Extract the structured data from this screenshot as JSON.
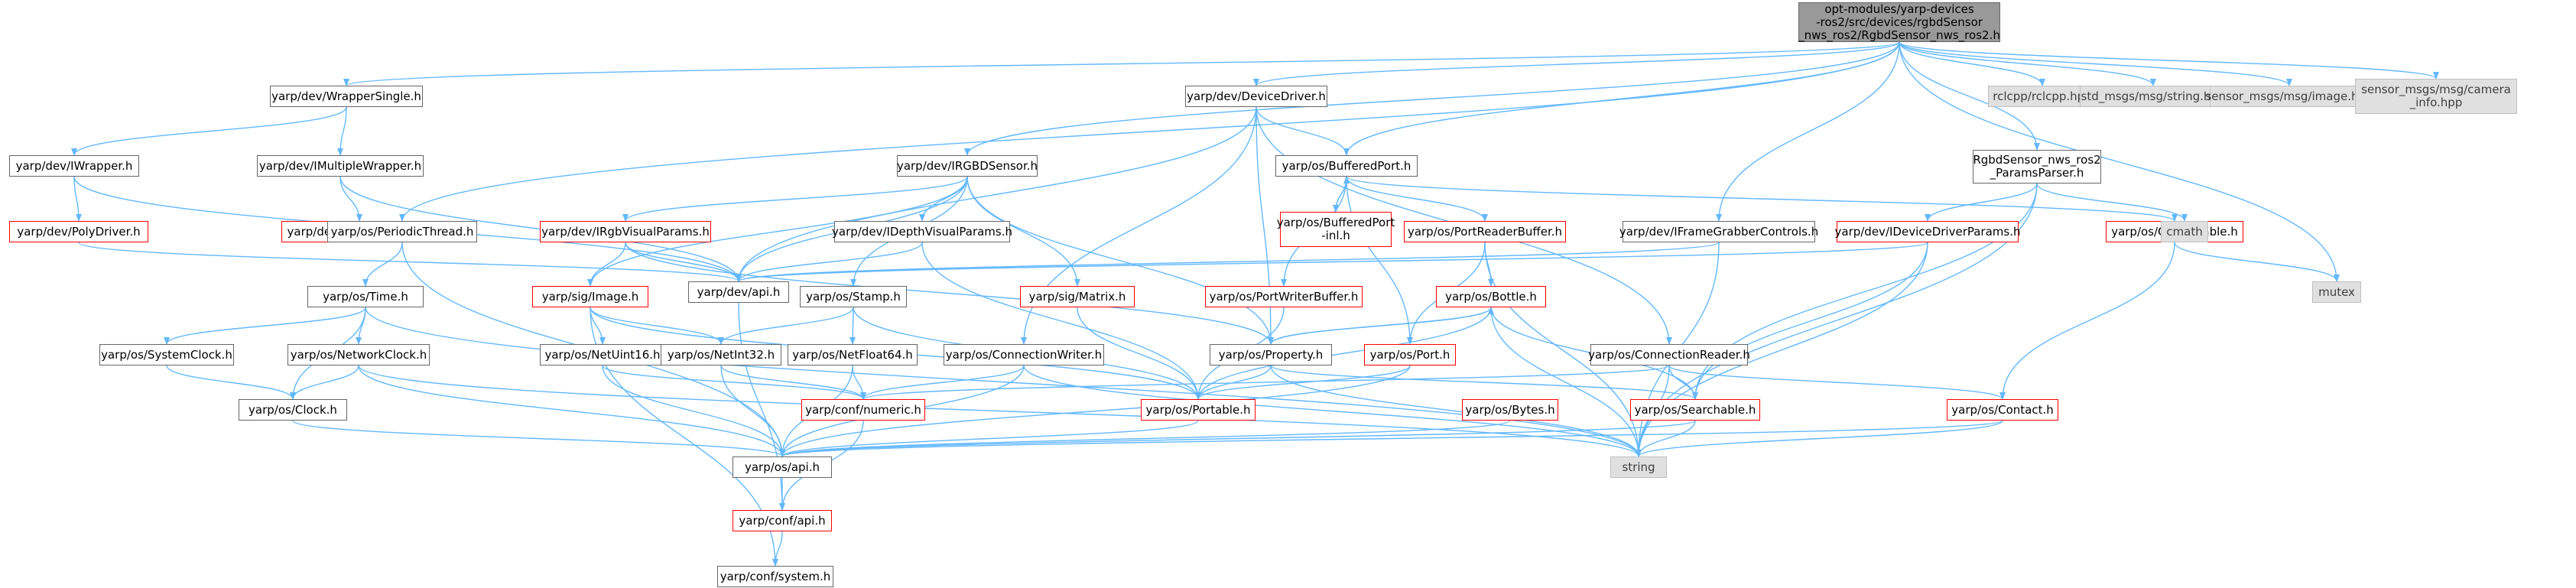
{
  "colors": {
    "edge": "#63b8ff",
    "node_border": "#666666",
    "incomplete_border": "#ff0000",
    "external_fill": "#e0e0e0",
    "root_fill": "#999999"
  },
  "nodes": [
    {
      "id": "root",
      "label": "opt-modules/yarp-devices\n-ros2/src/devices/rgbdSensor\n_nws_ros2/RgbdSensor_nws_ros2.h",
      "kind": "root"
    },
    {
      "id": "rclcpp",
      "label": "rclcpp/rclcpp.hpp",
      "kind": "external"
    },
    {
      "id": "std_string",
      "label": "std_msgs/msg/string.hpp",
      "kind": "external"
    },
    {
      "id": "sensor_image",
      "label": "sensor_msgs/msg/image.hpp",
      "kind": "external"
    },
    {
      "id": "sensor_camera",
      "label": "sensor_msgs/msg/camera\n_info.hpp",
      "kind": "external"
    },
    {
      "id": "wrapper_single",
      "label": "yarp/dev/WrapperSingle.h",
      "kind": "normal"
    },
    {
      "id": "device_driver",
      "label": "yarp/dev/DeviceDriver.h",
      "kind": "normal"
    },
    {
      "id": "iwrapper",
      "label": "yarp/dev/IWrapper.h",
      "kind": "normal"
    },
    {
      "id": "imultiple",
      "label": "yarp/dev/IMultipleWrapper.h",
      "kind": "normal"
    },
    {
      "id": "irgbd",
      "label": "yarp/dev/IRGBDSensor.h",
      "kind": "normal"
    },
    {
      "id": "buffered_port",
      "label": "yarp/os/BufferedPort.h",
      "kind": "normal"
    },
    {
      "id": "params_parser",
      "label": "RgbdSensor_nws_ros2\n_ParamsParser.h",
      "kind": "normal"
    },
    {
      "id": "poly_driver",
      "label": "yarp/dev/PolyDriver.h",
      "kind": "incomplete"
    },
    {
      "id": "poly_list",
      "label": "yarp/dev/PolyDriverList.h",
      "kind": "incomplete"
    },
    {
      "id": "periodic",
      "label": "yarp/os/PeriodicThread.h",
      "kind": "normal"
    },
    {
      "id": "irgb_visual",
      "label": "yarp/dev/IRgbVisualParams.h",
      "kind": "incomplete"
    },
    {
      "id": "idepth_visual",
      "label": "yarp/dev/IDepthVisualParams.h",
      "kind": "normal"
    },
    {
      "id": "buffered_inl",
      "label": "yarp/os/BufferedPort\n-inl.h",
      "kind": "incomplete"
    },
    {
      "id": "port_reader_buffer",
      "label": "yarp/os/PortReaderBuffer.h",
      "kind": "incomplete"
    },
    {
      "id": "iframe_grabber",
      "label": "yarp/dev/IFrameGrabberControls.h",
      "kind": "normal"
    },
    {
      "id": "idevice_params",
      "label": "yarp/dev/IDeviceDriverParams.h",
      "kind": "incomplete"
    },
    {
      "id": "contactable",
      "label": "yarp/os/Contactable.h",
      "kind": "incomplete"
    },
    {
      "id": "cmath",
      "label": "cmath",
      "kind": "external"
    },
    {
      "id": "mutex",
      "label": "mutex",
      "kind": "external"
    },
    {
      "id": "time",
      "label": "yarp/os/Time.h",
      "kind": "normal"
    },
    {
      "id": "sig_image",
      "label": "yarp/sig/Image.h",
      "kind": "incomplete"
    },
    {
      "id": "dev_api",
      "label": "yarp/dev/api.h",
      "kind": "normal"
    },
    {
      "id": "stamp",
      "label": "yarp/os/Stamp.h",
      "kind": "normal"
    },
    {
      "id": "sig_matrix",
      "label": "yarp/sig/Matrix.h",
      "kind": "incomplete"
    },
    {
      "id": "port_writer_buffer",
      "label": "yarp/os/PortWriterBuffer.h",
      "kind": "incomplete"
    },
    {
      "id": "bottle",
      "label": "yarp/os/Bottle.h",
      "kind": "incomplete"
    },
    {
      "id": "system_clock",
      "label": "yarp/os/SystemClock.h",
      "kind": "normal"
    },
    {
      "id": "network_clock",
      "label": "yarp/os/NetworkClock.h",
      "kind": "normal"
    },
    {
      "id": "netuint16",
      "label": "yarp/os/NetUint16.h",
      "kind": "normal"
    },
    {
      "id": "netint32",
      "label": "yarp/os/NetInt32.h",
      "kind": "normal"
    },
    {
      "id": "netfloat64",
      "label": "yarp/os/NetFloat64.h",
      "kind": "normal"
    },
    {
      "id": "connection_writer",
      "label": "yarp/os/ConnectionWriter.h",
      "kind": "normal"
    },
    {
      "id": "property",
      "label": "yarp/os/Property.h",
      "kind": "normal"
    },
    {
      "id": "port",
      "label": "yarp/os/Port.h",
      "kind": "incomplete"
    },
    {
      "id": "connection_reader",
      "label": "yarp/os/ConnectionReader.h",
      "kind": "normal"
    },
    {
      "id": "clock",
      "label": "yarp/os/Clock.h",
      "kind": "normal"
    },
    {
      "id": "conf_numeric",
      "label": "yarp/conf/numeric.h",
      "kind": "incomplete"
    },
    {
      "id": "portable",
      "label": "yarp/os/Portable.h",
      "kind": "incomplete"
    },
    {
      "id": "bytes",
      "label": "yarp/os/Bytes.h",
      "kind": "incomplete"
    },
    {
      "id": "searchable",
      "label": "yarp/os/Searchable.h",
      "kind": "incomplete"
    },
    {
      "id": "contact",
      "label": "yarp/os/Contact.h",
      "kind": "incomplete"
    },
    {
      "id": "os_api",
      "label": "yarp/os/api.h",
      "kind": "normal"
    },
    {
      "id": "string",
      "label": "string",
      "kind": "external"
    },
    {
      "id": "conf_api",
      "label": "yarp/conf/api.h",
      "kind": "incomplete"
    },
    {
      "id": "conf_system",
      "label": "yarp/conf/system.h",
      "kind": "normal"
    }
  ]
}
